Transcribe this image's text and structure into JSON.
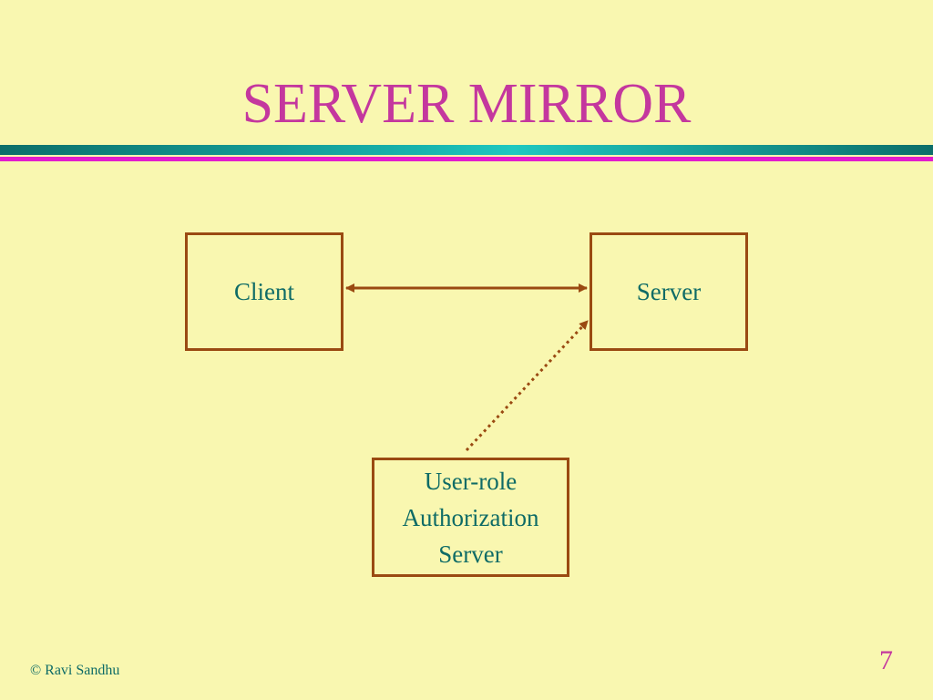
{
  "slide": {
    "title": "SERVER MIRROR",
    "copyright": "© Ravi Sandhu",
    "page_number": "7"
  },
  "diagram": {
    "nodes": {
      "client": {
        "label": "Client"
      },
      "server": {
        "label": "Server"
      },
      "auth_server": {
        "lines": [
          "User-role",
          "Authorization",
          "Server"
        ]
      }
    },
    "edges": [
      {
        "from": "client",
        "to": "server",
        "style": "solid",
        "direction": "both"
      },
      {
        "from": "auth_server",
        "to": "server",
        "style": "dotted",
        "direction": "forward"
      }
    ],
    "colors": {
      "background": "#f9f7b0",
      "title": "#c4379e",
      "node_border": "#9a4a12",
      "node_text": "#0e6b66",
      "teal_rule": "#18b3ad",
      "magenta_rule": "#e21ccd"
    }
  }
}
